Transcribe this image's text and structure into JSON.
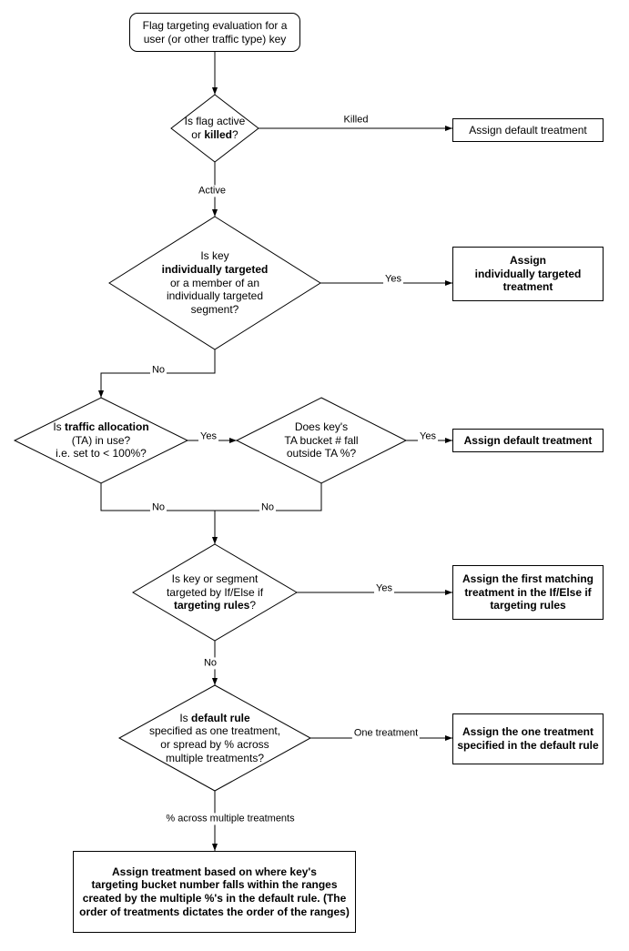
{
  "nodes": {
    "start": {
      "pre": "Flag targeting evaluation for a\nuser (or other traffic type) key",
      "bold": "",
      "post": ""
    },
    "flag_active": {
      "pre": "Is flag active\nor ",
      "bold": "killed",
      "post": "?"
    },
    "assign_default_killed": {
      "pre": "Assign default treatment",
      "bold": "",
      "post": ""
    },
    "individually_targeted": {
      "pre": "Is key\n",
      "bold": "individually targeted",
      "post": "\nor a member of an\nindividually targeted\nsegment?"
    },
    "assign_individually_targeted": {
      "pre": "",
      "bold": "Assign\nindividually targeted\ntreatment",
      "post": ""
    },
    "traffic_allocation": {
      "pre": "Is ",
      "bold": "traffic allocation",
      "post": "\n(TA) in use?\ni.e. set to < 100%?"
    },
    "ta_bucket": {
      "pre": "Does key's\nTA bucket # fall\noutside TA %?",
      "bold": "",
      "post": ""
    },
    "assign_default_ta": {
      "pre": "",
      "bold": "Assign default treatment",
      "post": ""
    },
    "targeting_rules": {
      "pre": "Is key or segment\ntargeted by If/Else if\n",
      "bold": "targeting rules",
      "post": "?"
    },
    "assign_first_matching": {
      "pre": "",
      "bold": "Assign the first matching\ntreatment in the If/Else if\ntargeting rules",
      "post": ""
    },
    "default_rule": {
      "pre": "Is ",
      "bold": "default rule",
      "post": "\nspecified as one treatment,\nor spread by % across\nmultiple treatments?"
    },
    "assign_one_treatment": {
      "pre": "",
      "bold": "Assign the one treatment\nspecified in the default rule",
      "post": ""
    },
    "assign_ranges": {
      "pre": "",
      "bold": "Assign treatment based on where key's\ntargeting bucket number falls within the ranges\ncreated by the multiple %'s in the default rule. (The\norder of treatments dictates the order of the ranges)",
      "post": ""
    }
  },
  "edge_labels": {
    "killed": "Killed",
    "active": "Active",
    "individually_yes": "Yes",
    "individually_no": "No",
    "ta_yes": "Yes",
    "bucket_yes": "Yes",
    "ta_no": "No",
    "bucket_no": "No",
    "rules_yes": "Yes",
    "rules_no": "No",
    "one_treatment": "One treatment",
    "multiple_treatments": "% across multiple treatments"
  },
  "colors": {
    "stroke": "#000000",
    "fill": "#ffffff",
    "text": "#000000"
  }
}
